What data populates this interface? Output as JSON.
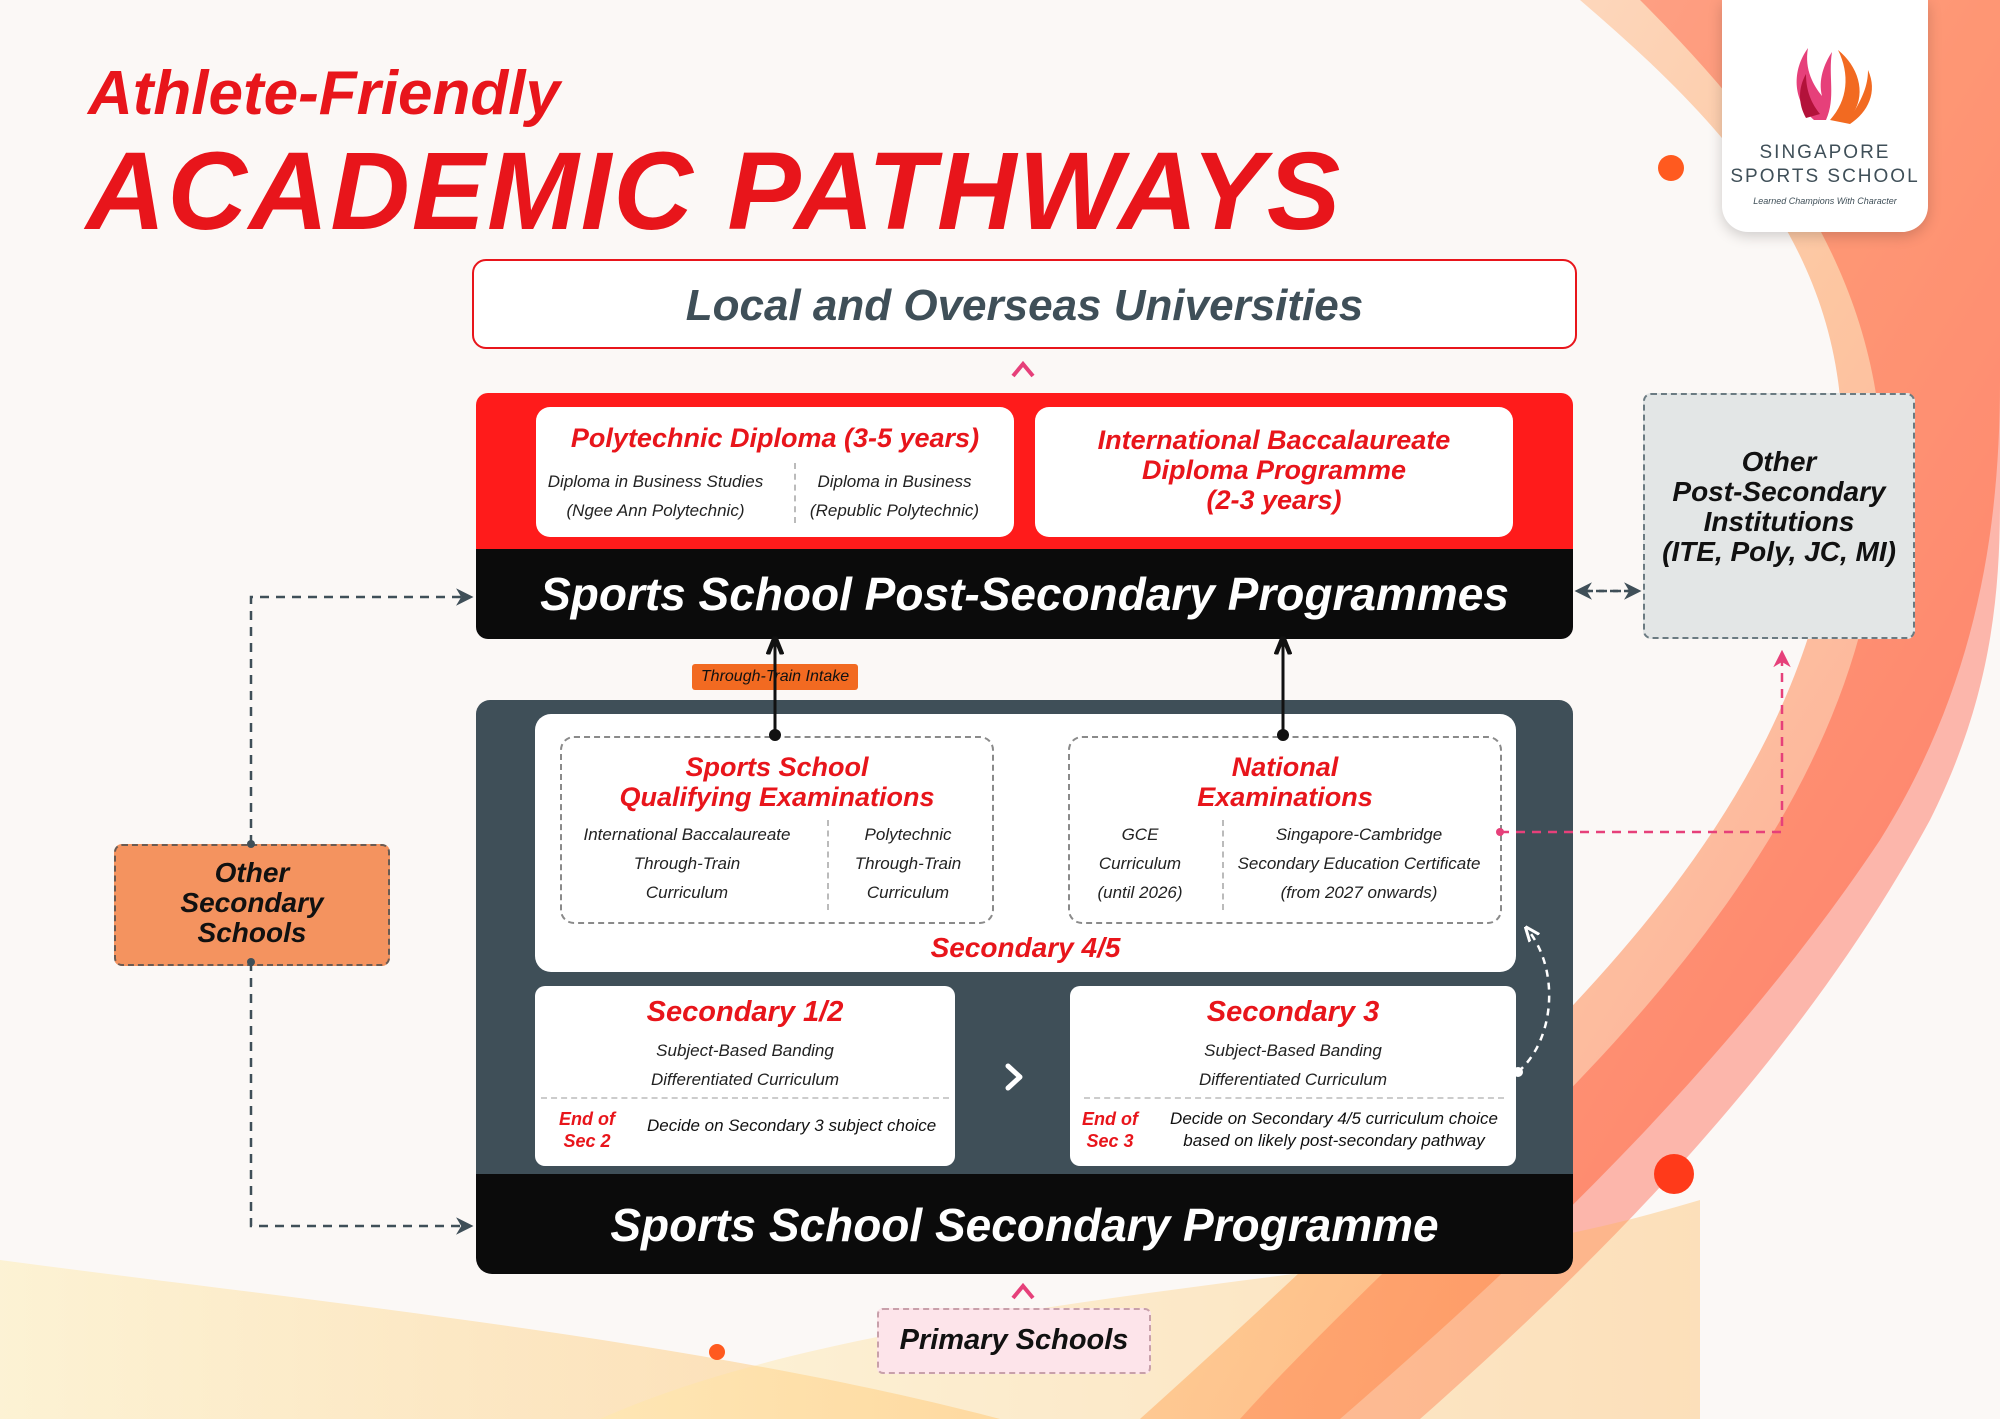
{
  "title": {
    "subtitle": "Athlete-Friendly",
    "main": "ACADEMIC PATHWAYS"
  },
  "logo": {
    "line1": "SINGAPORE",
    "line2": "SPORTS SCHOOL",
    "tagline": "Learned Champions With Character"
  },
  "universities": {
    "label": "Local and Overseas Universities"
  },
  "post_secondary": {
    "polytechnic": {
      "title": "Polytechnic Diploma (3-5 years)",
      "options": [
        {
          "line1": "Diploma in Business Studies",
          "line2": "(Ngee Ann Polytechnic)"
        },
        {
          "line1": "Diploma in Business",
          "line2": "(Republic Polytechnic)"
        }
      ]
    },
    "ib": {
      "title_line1": "International Baccalaureate",
      "title_line2": "Diploma Programme",
      "title_line3": "(2-3 years)"
    },
    "bar_label": "Sports School Post-Secondary Programmes"
  },
  "other_post_secondary": {
    "line1": "Other",
    "line2": "Post-Secondary",
    "line3": "Institutions",
    "line4": "(ITE, Poly, JC, MI)"
  },
  "through_train_tag": "Through-Train Intake",
  "secondary_4_5": {
    "label": "Secondary 4/5",
    "ssqe": {
      "title_line1": "Sports School",
      "title_line2": "Qualifying Examinations",
      "left": {
        "line1": "International Baccalaureate",
        "line2": "Through-Train",
        "line3": "Curriculum"
      },
      "right": {
        "line1": "Polytechnic",
        "line2": "Through-Train",
        "line3": "Curriculum"
      }
    },
    "national": {
      "title_line1": "National",
      "title_line2": "Examinations",
      "left": {
        "line1": "GCE",
        "line2": "Curriculum",
        "line3": "(until 2026)"
      },
      "right": {
        "line1": "Singapore-Cambridge",
        "line2": "Secondary Education Certificate",
        "line3": "(from 2027 onwards)"
      }
    }
  },
  "secondary_1_2": {
    "title": "Secondary 1/2",
    "line1": "Subject-Based Banding",
    "line2": "Differentiated Curriculum",
    "end_label_line1": "End of",
    "end_label_line2": "Sec 2",
    "end_text": "Decide on Secondary 3 subject choice"
  },
  "secondary_3": {
    "title": "Secondary 3",
    "line1": "Subject-Based Banding",
    "line2": "Differentiated Curriculum",
    "end_label_line1": "End of",
    "end_label_line2": "Sec 3",
    "end_text_line1": "Decide on Secondary 4/5 curriculum choice",
    "end_text_line2": "based on likely post-secondary pathway"
  },
  "secondary_bar_label": "Sports School Secondary Programme",
  "other_secondary": {
    "line1": "Other",
    "line2": "Secondary",
    "line3": "Schools"
  },
  "primary_schools": {
    "label": "Primary Schools"
  },
  "colors": {
    "accent_red": "#e8151b",
    "slate": "#3f4f58",
    "black": "#0b0b0b",
    "orange": "#f4935f",
    "tag_orange": "#f26a21",
    "pink_arrow": "#e6407a",
    "light_grey": "#e3e6e6"
  },
  "icons": {
    "logo": "flame-logo-icon",
    "next": "chevron-right-icon"
  }
}
